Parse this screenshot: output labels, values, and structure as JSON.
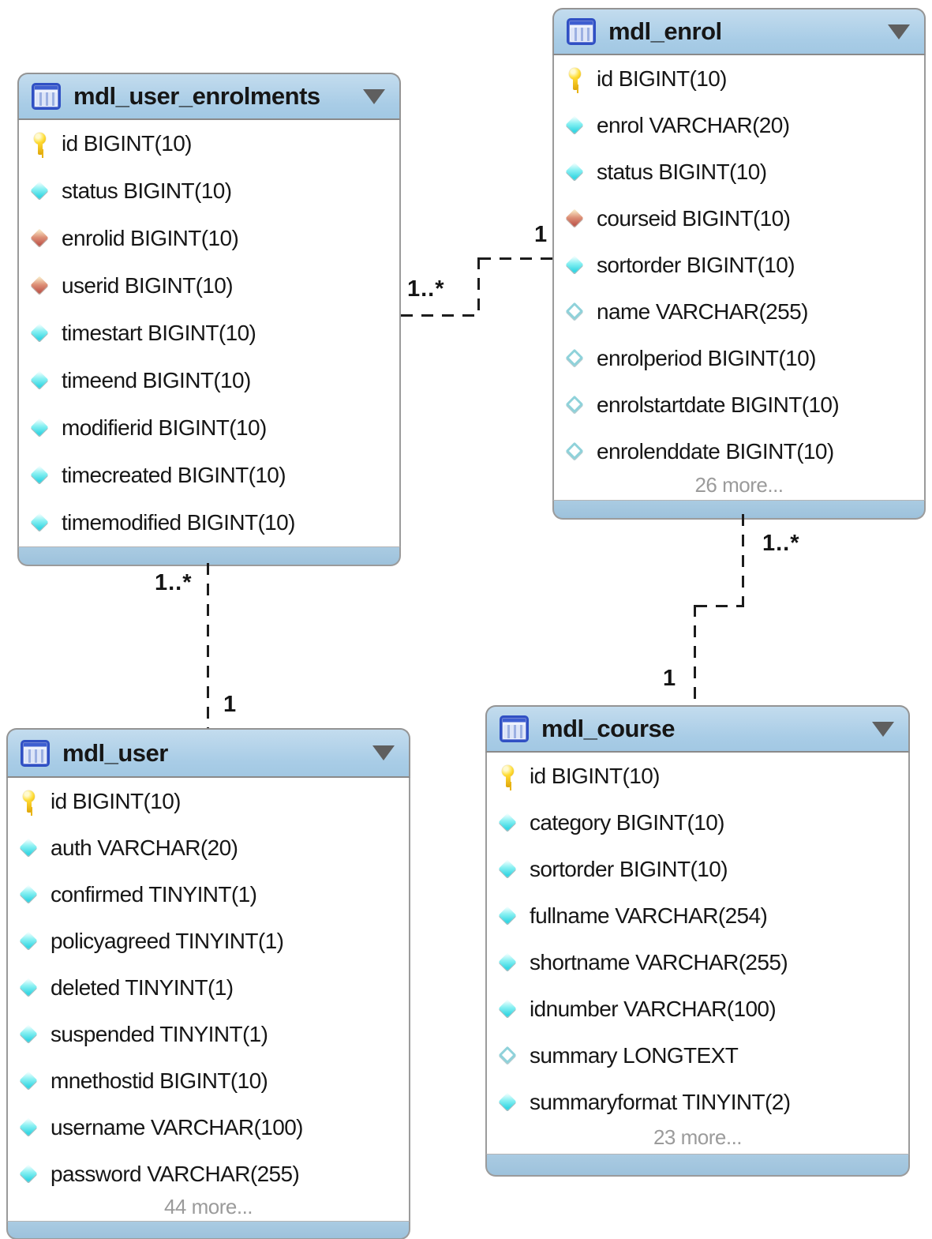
{
  "diagram": {
    "tables": [
      {
        "name": "mdl_user_enrolments",
        "more_label": null,
        "fields": [
          {
            "name": "id",
            "type": "BIGINT(10)",
            "icon": "primary-key"
          },
          {
            "name": "status",
            "type": "BIGINT(10)",
            "icon": "column"
          },
          {
            "name": "enrolid",
            "type": "BIGINT(10)",
            "icon": "foreign-key"
          },
          {
            "name": "userid",
            "type": "BIGINT(10)",
            "icon": "foreign-key"
          },
          {
            "name": "timestart",
            "type": "BIGINT(10)",
            "icon": "column"
          },
          {
            "name": "timeend",
            "type": "BIGINT(10)",
            "icon": "column"
          },
          {
            "name": "modifierid",
            "type": "BIGINT(10)",
            "icon": "column"
          },
          {
            "name": "timecreated",
            "type": "BIGINT(10)",
            "icon": "column"
          },
          {
            "name": "timemodified",
            "type": "BIGINT(10)",
            "icon": "column"
          }
        ]
      },
      {
        "name": "mdl_enrol",
        "more_label": "26 more...",
        "fields": [
          {
            "name": "id",
            "type": "BIGINT(10)",
            "icon": "primary-key"
          },
          {
            "name": "enrol",
            "type": "VARCHAR(20)",
            "icon": "column"
          },
          {
            "name": "status",
            "type": "BIGINT(10)",
            "icon": "column"
          },
          {
            "name": "courseid",
            "type": "BIGINT(10)",
            "icon": "foreign-key"
          },
          {
            "name": "sortorder",
            "type": "BIGINT(10)",
            "icon": "column"
          },
          {
            "name": "name",
            "type": "VARCHAR(255)",
            "icon": "column-nullable"
          },
          {
            "name": "enrolperiod",
            "type": "BIGINT(10)",
            "icon": "column-nullable"
          },
          {
            "name": "enrolstartdate",
            "type": "BIGINT(10)",
            "icon": "column-nullable"
          },
          {
            "name": "enrolenddate",
            "type": "BIGINT(10)",
            "icon": "column-nullable"
          }
        ]
      },
      {
        "name": "mdl_user",
        "more_label": "44 more...",
        "fields": [
          {
            "name": "id",
            "type": "BIGINT(10)",
            "icon": "primary-key"
          },
          {
            "name": "auth",
            "type": "VARCHAR(20)",
            "icon": "column"
          },
          {
            "name": "confirmed",
            "type": "TINYINT(1)",
            "icon": "column"
          },
          {
            "name": "policyagreed",
            "type": "TINYINT(1)",
            "icon": "column"
          },
          {
            "name": "deleted",
            "type": "TINYINT(1)",
            "icon": "column"
          },
          {
            "name": "suspended",
            "type": "TINYINT(1)",
            "icon": "column"
          },
          {
            "name": "mnethostid",
            "type": "BIGINT(10)",
            "icon": "column"
          },
          {
            "name": "username",
            "type": "VARCHAR(100)",
            "icon": "column"
          },
          {
            "name": "password",
            "type": "VARCHAR(255)",
            "icon": "column"
          }
        ]
      },
      {
        "name": "mdl_course",
        "more_label": "23 more...",
        "fields": [
          {
            "name": "id",
            "type": "BIGINT(10)",
            "icon": "primary-key"
          },
          {
            "name": "category",
            "type": "BIGINT(10)",
            "icon": "column"
          },
          {
            "name": "sortorder",
            "type": "BIGINT(10)",
            "icon": "column"
          },
          {
            "name": "fullname",
            "type": "VARCHAR(254)",
            "icon": "column"
          },
          {
            "name": "shortname",
            "type": "VARCHAR(255)",
            "icon": "column"
          },
          {
            "name": "idnumber",
            "type": "VARCHAR(100)",
            "icon": "column"
          },
          {
            "name": "summary",
            "type": "LONGTEXT",
            "icon": "column-nullable"
          },
          {
            "name": "summaryformat",
            "type": "TINYINT(2)",
            "icon": "column"
          }
        ]
      }
    ],
    "relationships": [
      {
        "from": "mdl_user_enrolments",
        "to": "mdl_enrol",
        "many_label": "1..*",
        "one_label": "1"
      },
      {
        "from": "mdl_user_enrolments",
        "to": "mdl_user",
        "many_label": "1..*",
        "one_label": "1"
      },
      {
        "from": "mdl_enrol",
        "to": "mdl_course",
        "many_label": "1..*",
        "one_label": "1"
      }
    ],
    "colors": {
      "header_blue": "#a8cce6",
      "footer_blue": "#9dc2dc",
      "border_gray": "#9b9b9b",
      "more_text_gray": "#9b9b9b",
      "primary_key_yellow": "#ffdf3a",
      "column_cyan": "#37d7e3",
      "foreign_key_red": "#c05a4e",
      "line_black": "#1c1c1c"
    }
  }
}
